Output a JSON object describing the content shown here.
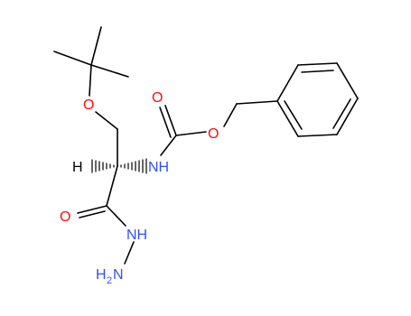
{
  "colors": {
    "bond": "#000000",
    "oxygen": "#ff0d0d",
    "nitrogen": "#3050f8",
    "carbon_label": "#000000"
  },
  "atoms": {
    "ether_o": "O",
    "carbonyl_o_carbamate": "O",
    "ester_o": "O",
    "nh_carbamate": "NH",
    "stereo_h": "H",
    "carbonyl_o_hydrazide": "O",
    "nh_hydrazide": "NH",
    "nh2_n": "N",
    "nh2_h": "H",
    "nh2_subscript": "2"
  }
}
